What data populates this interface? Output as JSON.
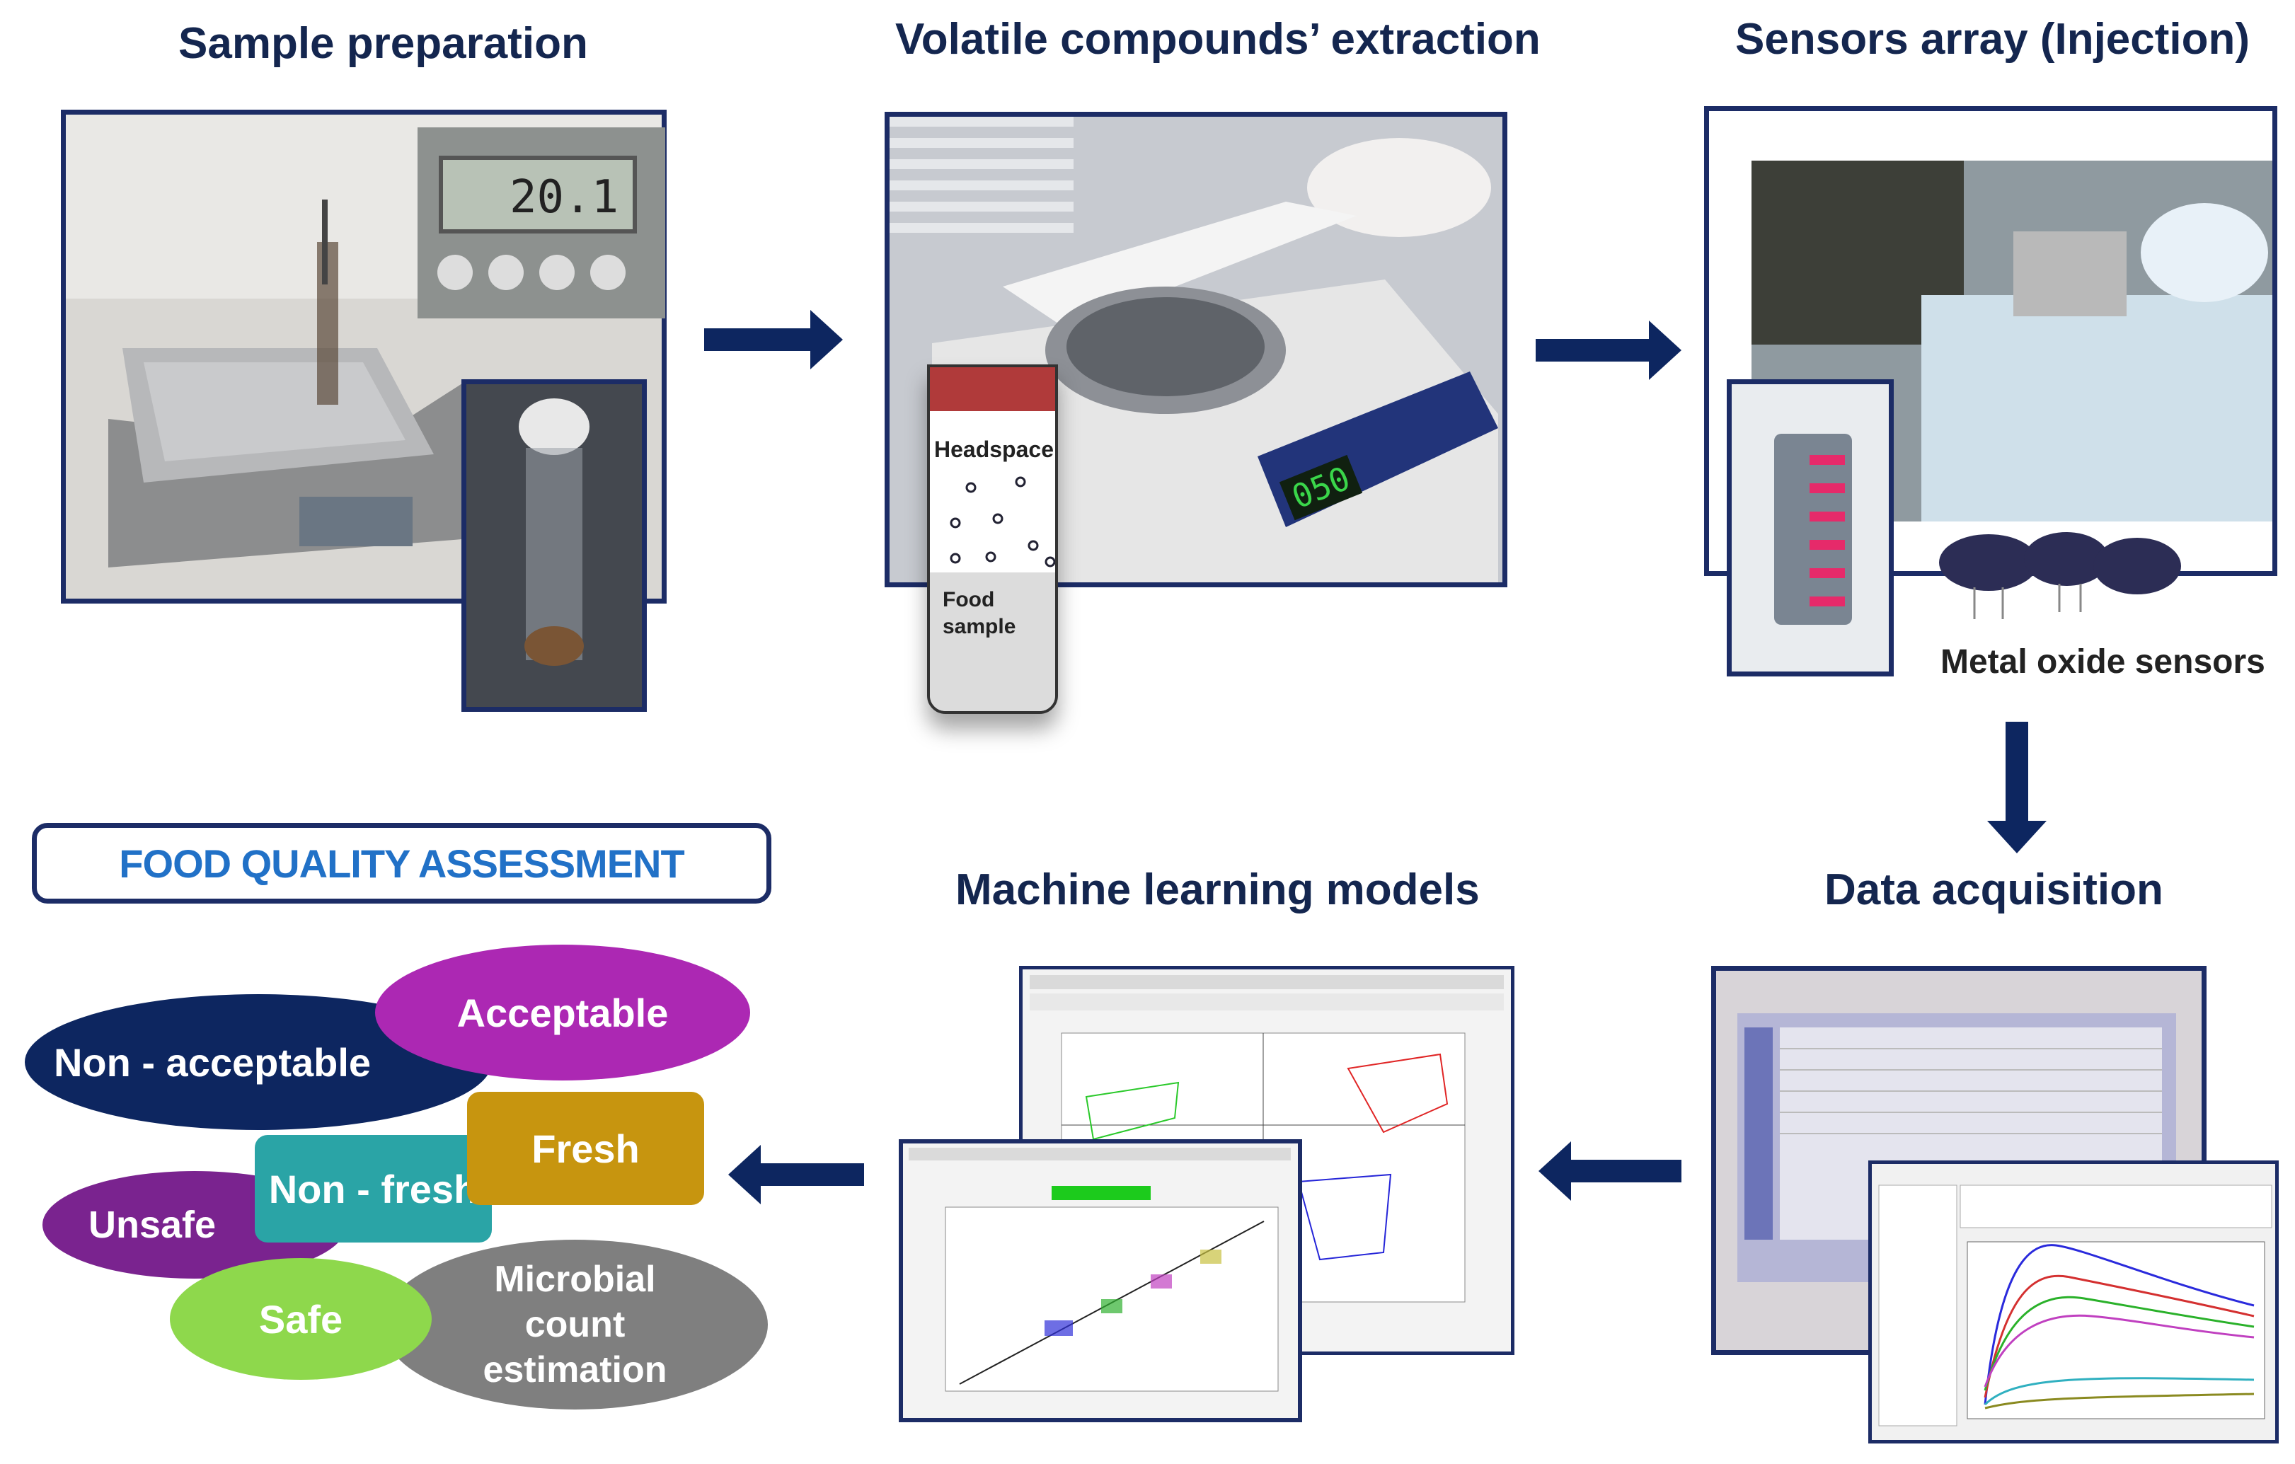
{
  "steps": {
    "sample_preparation": "Sample preparation",
    "extraction": "Volatile compounds’ extraction",
    "sensors_array": "Sensors array (Injection)",
    "data_acquisition": "Data acquisition",
    "machine_learning": "Machine learning models",
    "food_quality": "FOOD QUALITY ASSESSMENT"
  },
  "photos": {
    "scale_display": "20.1",
    "heater_display": "050",
    "vial_headspace": "Headspace",
    "vial_food": "Food",
    "vial_sample": "sample",
    "metal_oxide_sensors": "Metal oxide sensors"
  },
  "outcomes": {
    "non_acceptable": "Non - acceptable",
    "acceptable": "Acceptable",
    "fresh": "Fresh",
    "non_fresh": "Non - fresh",
    "unsafe": "Unsafe",
    "safe": "Safe",
    "microbial_1": "Microbial",
    "microbial_2": "count",
    "microbial_3": "estimation"
  },
  "colors": {
    "navy": "#0d2660",
    "purple": "#ac28b3",
    "dark_purple": "#7a238f",
    "gold": "#c7950f",
    "teal": "#2aa4a6",
    "green": "#8ed84c",
    "gray": "#7f7f7f",
    "heading": "#14264f",
    "frame": "#1c2c66",
    "fqa_text": "#2171c7"
  }
}
